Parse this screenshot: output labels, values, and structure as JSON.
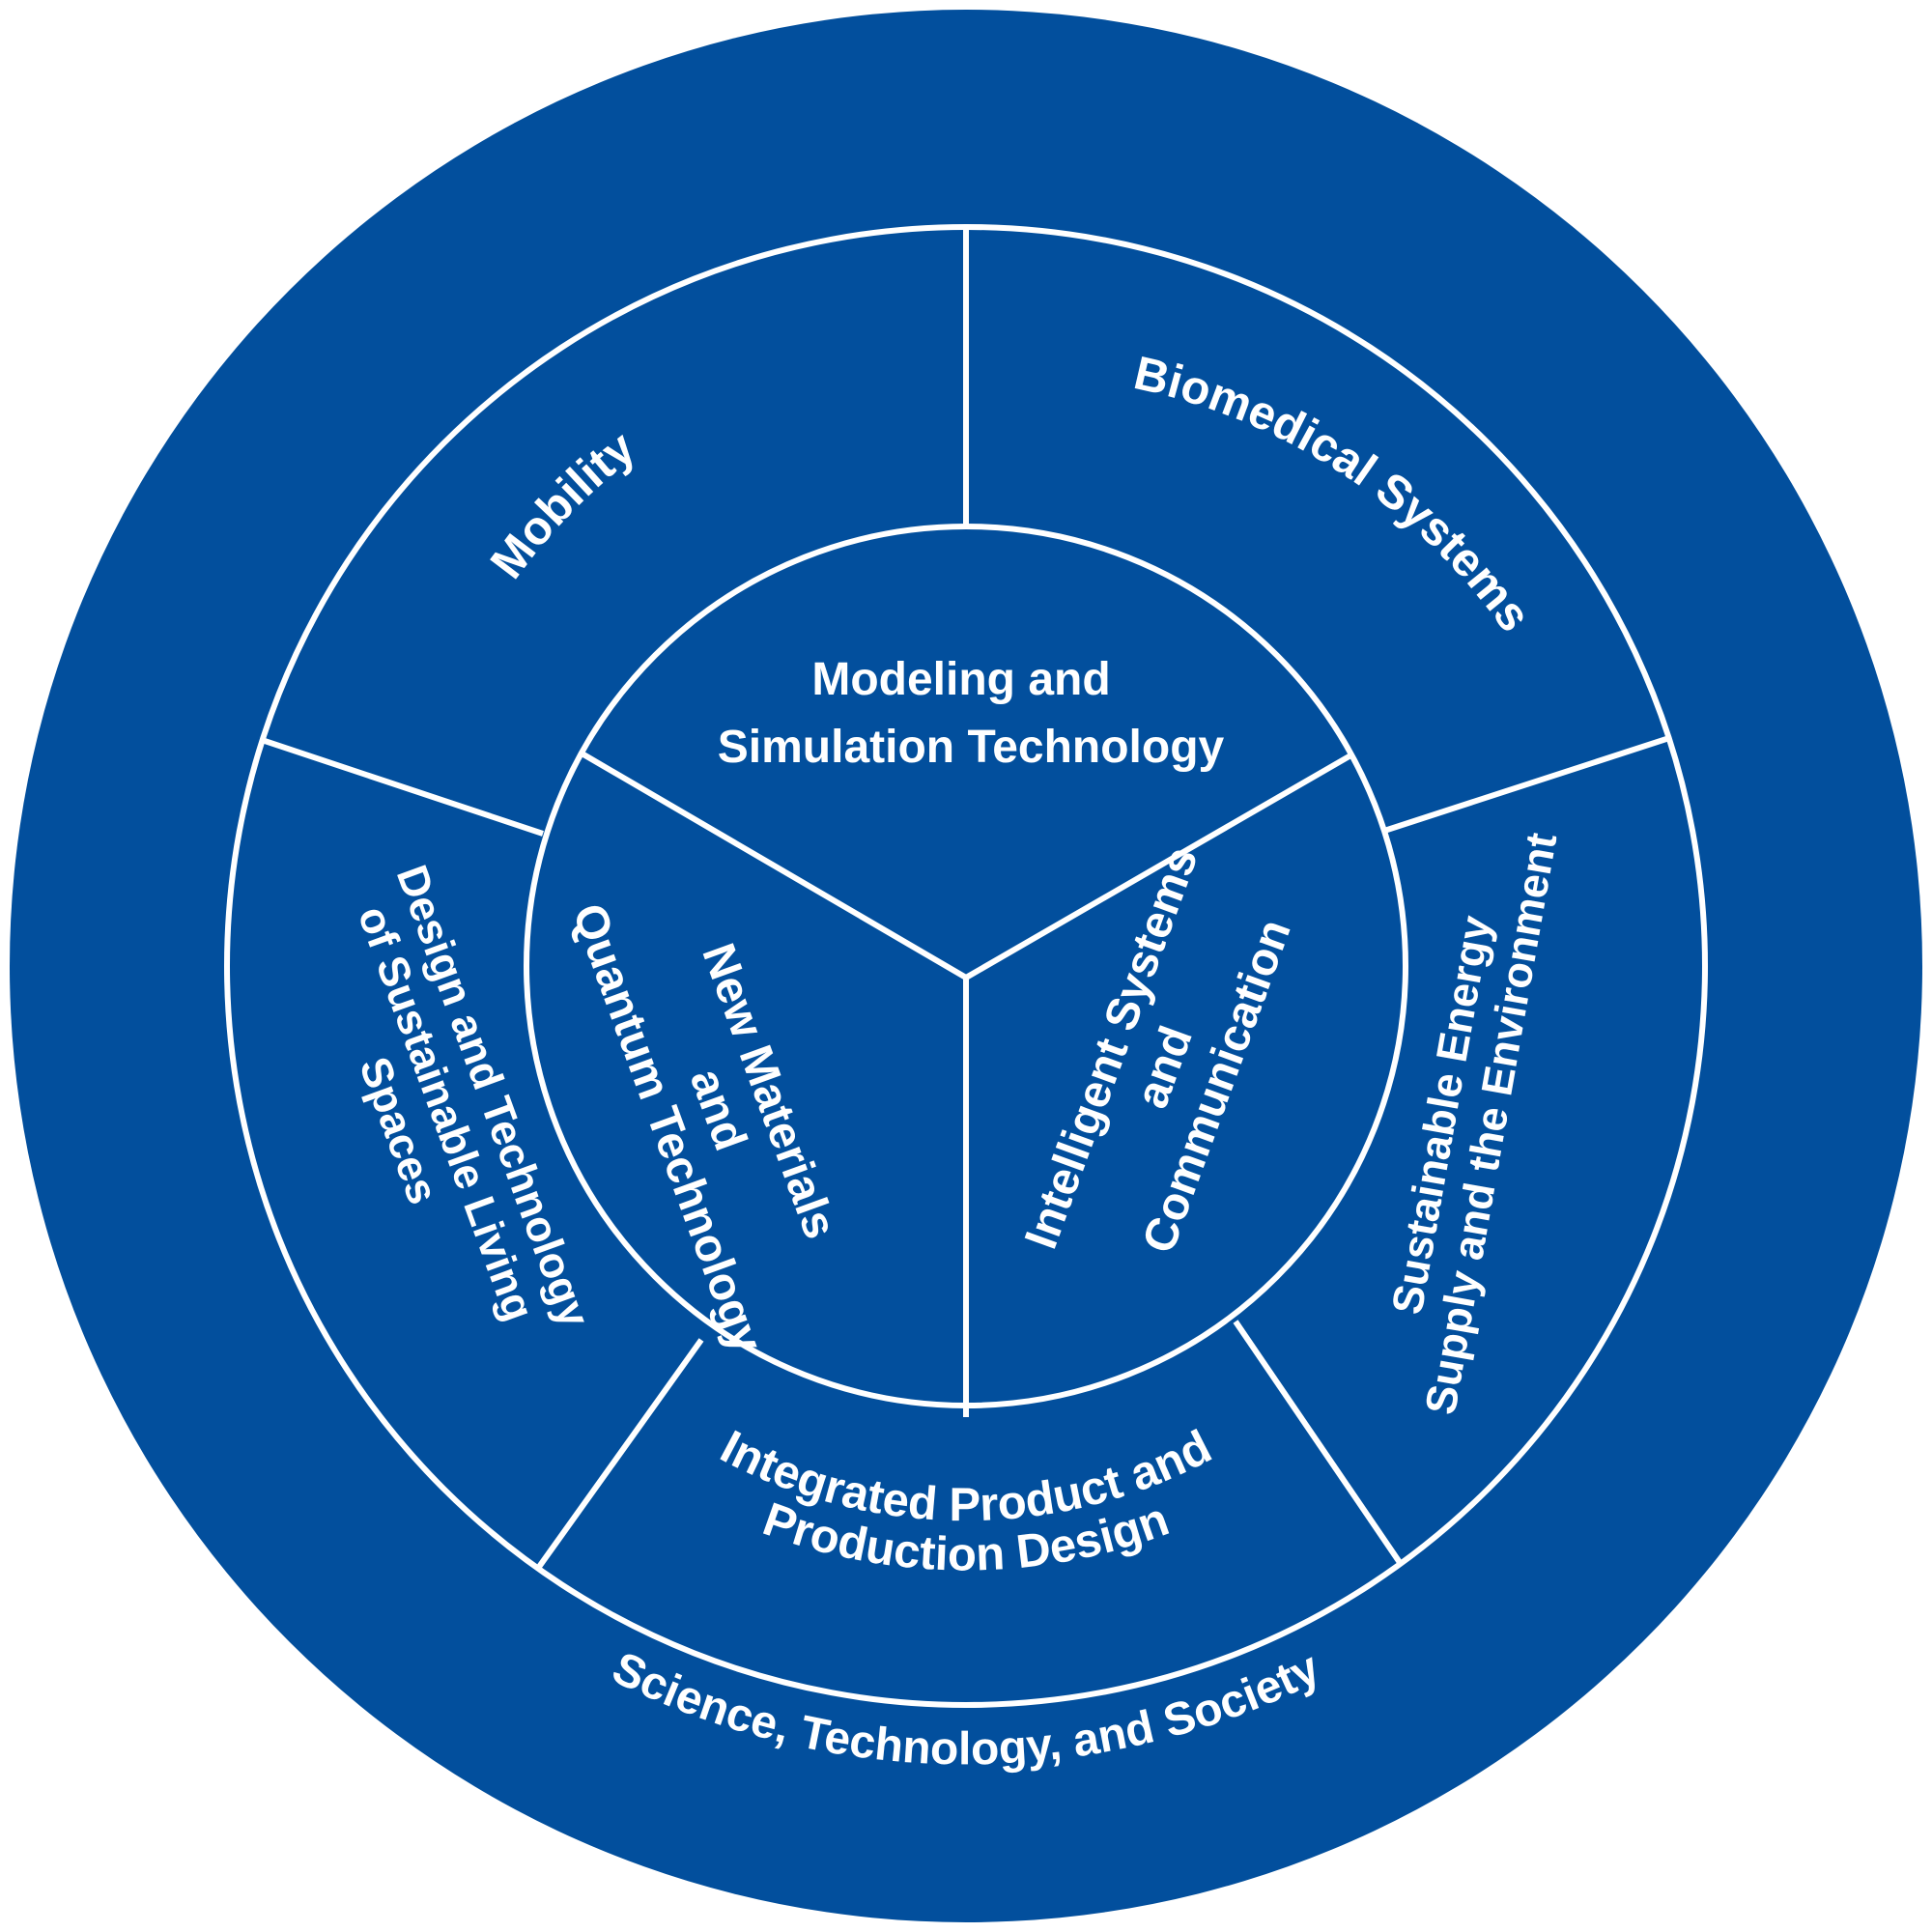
{
  "colors": {
    "primary": "#024f9d",
    "line": "#ffffff",
    "text": "#ffffff"
  },
  "outer_ring": {
    "label": "Science, Technology, and Society"
  },
  "middle_ring": [
    {
      "label": "Mobility"
    },
    {
      "label": "Biomedical Systems"
    },
    {
      "label_lines": [
        "Sustainable Energy",
        "Supply and the Environment"
      ]
    },
    {
      "label_lines": [
        "Integrated Product and",
        "Production Design"
      ]
    },
    {
      "label_lines": [
        "Design and Technology",
        "of Sustainable Living",
        "Spaces"
      ]
    }
  ],
  "inner_circle": [
    {
      "label_lines": [
        "Modeling and",
        "Simulation Technology"
      ]
    },
    {
      "label_lines": [
        "Intelligent Systems",
        "and",
        "Communication"
      ]
    },
    {
      "label_lines": [
        "New Materials",
        "and",
        "Quantum Technology"
      ]
    }
  ]
}
